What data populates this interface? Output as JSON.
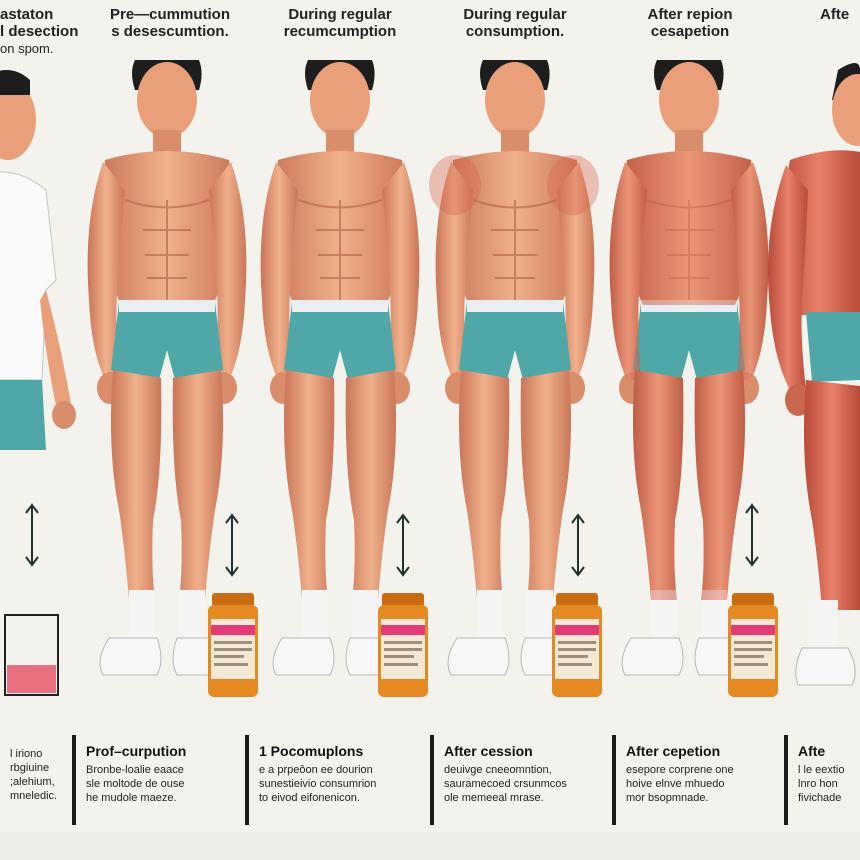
{
  "headers": [
    {
      "line1": "astaton",
      "line2": "l desection",
      "line3": "on spom."
    },
    {
      "line1": "Pre—cummution",
      "line2": "s desescumtion."
    },
    {
      "line1": "During regular",
      "line2": "recumcumption"
    },
    {
      "line1": "During regular",
      "line2": "consumption."
    },
    {
      "line1": "After repion",
      "line2": "cesapetion"
    },
    {
      "line1": "Afte",
      "line2": ""
    }
  ],
  "captions": [
    {
      "title": "",
      "body": "l iriono\nrbgiuine\n;alehium,\nmneledic."
    },
    {
      "title": "Prof–curpution",
      "body": "Bronbe-loalie eaace\nsle moltode de ouse\nhe mudole maeze."
    },
    {
      "title": "1 Pocomuplons",
      "body": "e a prpeôon ee dourion\nsunestieivio consumrion\nto eivod eifonenicon."
    },
    {
      "title": "After cession",
      "body": "deuivge cneeomntion,\nsauramecoed crsunmcos\nole memeeal mrase."
    },
    {
      "title": "After cepetion",
      "body": "esepore corprene one\nhoive elnve mhuedo\nmor bsopmnade."
    },
    {
      "title": "Afte",
      "body": "l le eextio\nlnro hon\nfivichade"
    }
  ],
  "colors": {
    "skin": "#e9a07a",
    "skin_shadow": "#c97659",
    "muscle": "#d7604a",
    "shorts": "#4fa7a8",
    "hair": "#1d1d1d",
    "bottle": "#e58a22",
    "label_pink": "#e43a78"
  }
}
